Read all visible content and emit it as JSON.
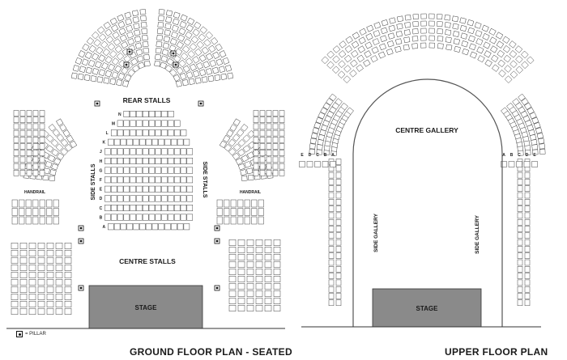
{
  "ground": {
    "title": "GROUND FLOOR PLAN - SEATED",
    "rear_stalls": "REAR STALLS",
    "centre_stalls": "CENTRE STALLS",
    "side_stalls_left": "SIDE STALLS",
    "side_stalls_right": "SIDE STALLS",
    "handrail_left": "HANDRAIL",
    "handrail_right": "HANDRAIL",
    "stage": "STAGE",
    "centre_rows": [
      "N",
      "M",
      "L",
      "K",
      "J",
      "H",
      "G",
      "F",
      "E",
      "D",
      "C",
      "B",
      "A"
    ],
    "legend": "= PILLAR"
  },
  "upper": {
    "title": "UPPER FLOOR PLAN",
    "centre_gallery": "CENTRE GALLERY",
    "side_gallery_left": "SIDE GALLERY",
    "side_gallery_right": "SIDE GALLERY",
    "stage": "STAGE",
    "box_letters_left": [
      "E",
      "D",
      "C",
      "B",
      "A"
    ],
    "box_letters_right": [
      "A",
      "B",
      "C",
      "D",
      "E"
    ]
  }
}
